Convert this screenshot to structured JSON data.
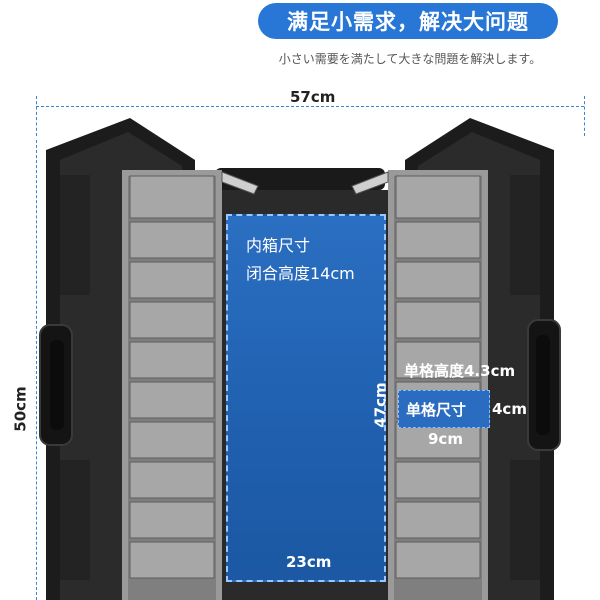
{
  "banner": {
    "title": "满足小需求，解决大问题"
  },
  "subtitle": "小さい需要を満たして大きな問題を解決します。",
  "dimensions": {
    "overall_width": "57cm",
    "overall_height": "50cm",
    "inner_title": "内箱尺寸",
    "inner_depth": "闭合高度14cm",
    "inner_height": "47cm",
    "inner_width": "23cm",
    "cell_height": "单格高度4.3cm",
    "cell_size": "单格尺寸",
    "cell_depth": "4cm",
    "cell_width": "9cm"
  },
  "colors": {
    "accent": "#2877d6",
    "case_dark": "#1b1b1b",
    "tray_gray": "#8c8c8c",
    "inner_blue": "#2262b3"
  }
}
